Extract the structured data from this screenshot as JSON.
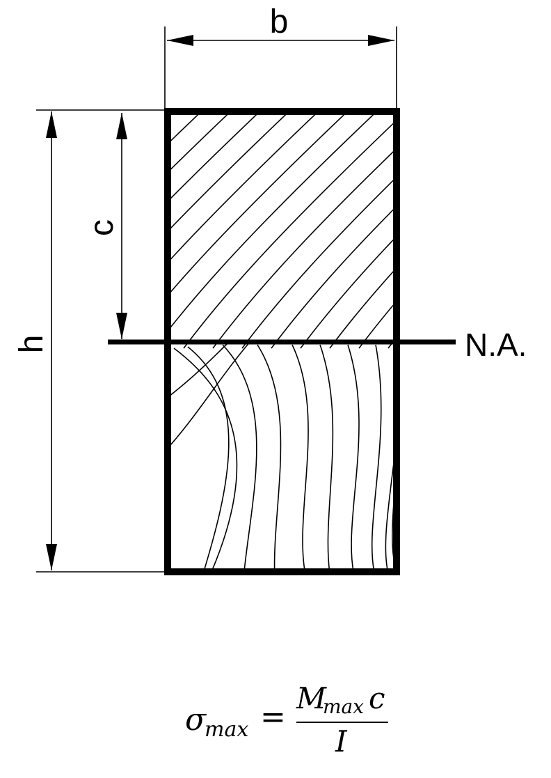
{
  "labels": {
    "width": "b",
    "height": "h",
    "neutral_distance": "c",
    "neutral_axis": "N.A."
  },
  "formula": {
    "lhs_symbol": "σ",
    "lhs_subscript": "max",
    "equals": "=",
    "numerator_symbol": "M",
    "numerator_subscript": "max",
    "numerator_factor": "c",
    "denominator": "I"
  }
}
